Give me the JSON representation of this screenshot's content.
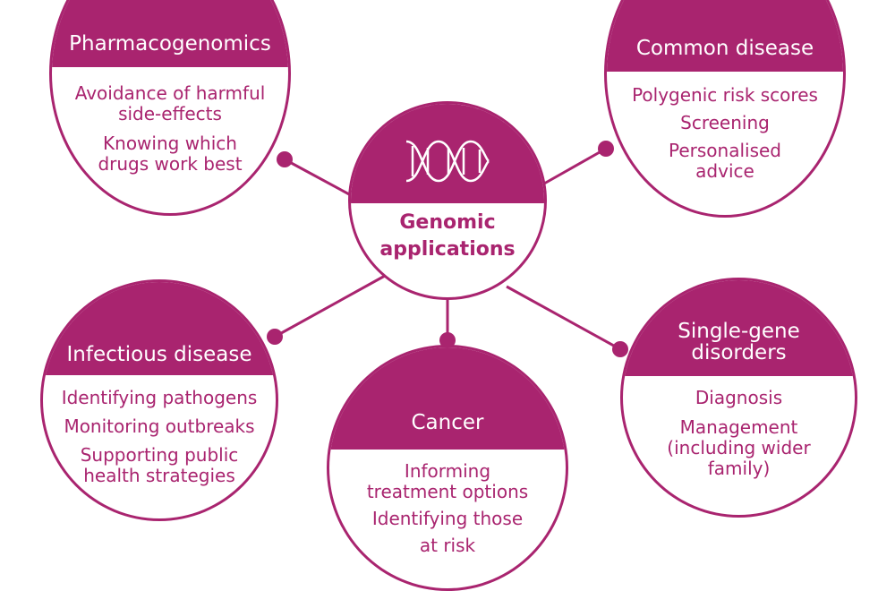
{
  "colors": {
    "accent": "#a9246f",
    "background": "#ffffff"
  },
  "center": {
    "icon": "dna-icon",
    "label_line1": "Genomic",
    "label_line2": "applications"
  },
  "pharmacogenomics": {
    "title": "Pharmacogenomics",
    "items": [
      "Avoidance of harmful",
      "side-effects",
      "Knowing which",
      "drugs work best"
    ]
  },
  "common_disease": {
    "title": "Common disease",
    "items": [
      "Polygenic risk scores",
      "Screening",
      "Personalised",
      "advice"
    ]
  },
  "infectious_disease": {
    "title": "Infectious disease",
    "items": [
      "Identifying pathogens",
      "Monitoring outbreaks",
      "Supporting public",
      "health strategies"
    ]
  },
  "cancer": {
    "title": "Cancer",
    "items": [
      "Informing",
      "treatment options",
      "Identifying those",
      "at risk"
    ]
  },
  "single_gene": {
    "title_line1": "Single-gene",
    "title_line2": "disorders",
    "items": [
      "Diagnosis",
      "Management",
      "(including wider",
      "family)"
    ]
  }
}
